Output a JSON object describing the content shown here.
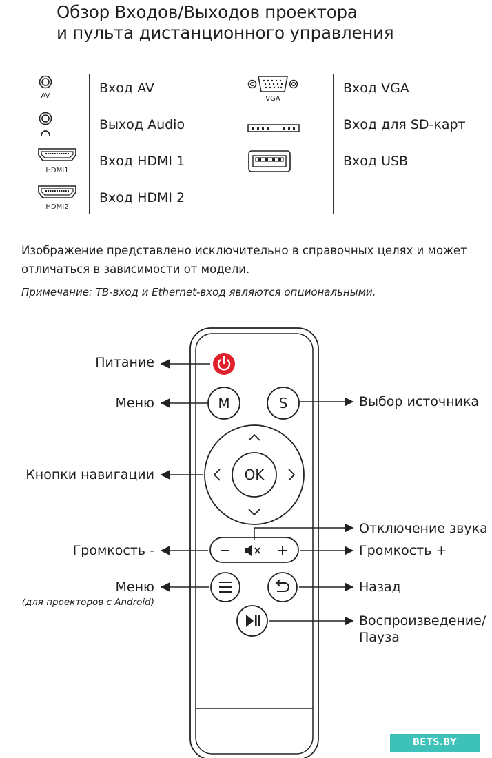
{
  "title": {
    "line1": "Обзор Входов/Выходов проектора",
    "line2": "и пульта дистанционного управления"
  },
  "ports": {
    "left": [
      {
        "icon": "av-jack-icon",
        "sublabel": "AV",
        "label": "Вход AV"
      },
      {
        "icon": "headphone-jack-icon",
        "sublabel": "",
        "label": "Выход Audio"
      },
      {
        "icon": "hdmi-port-icon",
        "sublabel": "HDMI1",
        "label": "Вход HDMI 1"
      },
      {
        "icon": "hdmi-port-icon",
        "sublabel": "HDMI2",
        "label": "Вход HDMI 2"
      }
    ],
    "right": [
      {
        "icon": "vga-port-icon",
        "sublabel": "VGA",
        "label": "Вход VGA"
      },
      {
        "icon": "sd-card-slot-icon",
        "sublabel": "",
        "label": "Вход для SD-карт"
      },
      {
        "icon": "usb-port-icon",
        "sublabel": "",
        "label": "Вход USB"
      }
    ]
  },
  "notes": {
    "disclaimer": "Изображение представлено исключительно в справочных целях и может отличаться в зависимости от модели.",
    "optional": "Примечание: ТВ-вход и Ethernet-вход являются опциональными."
  },
  "remote": {
    "buttons": {
      "menu": "M",
      "source": "S",
      "ok": "OK"
    },
    "labels": {
      "power": "Питание",
      "menu": "Меню",
      "source": "Выбор источника",
      "navigation": "Кнопки навигации",
      "mute": "Отключение звука",
      "vol_down": "Громкость -",
      "vol_up": "Громкость +",
      "android_menu": "Меню",
      "android_menu_note": "(для проекторов с Android)",
      "back": "Назад",
      "play_pause_1": "Воспроизведение/",
      "play_pause_2": "Пауза"
    },
    "colors": {
      "power": "#e0202c",
      "outline": "#222222"
    }
  },
  "watermark": "BETS.BY"
}
